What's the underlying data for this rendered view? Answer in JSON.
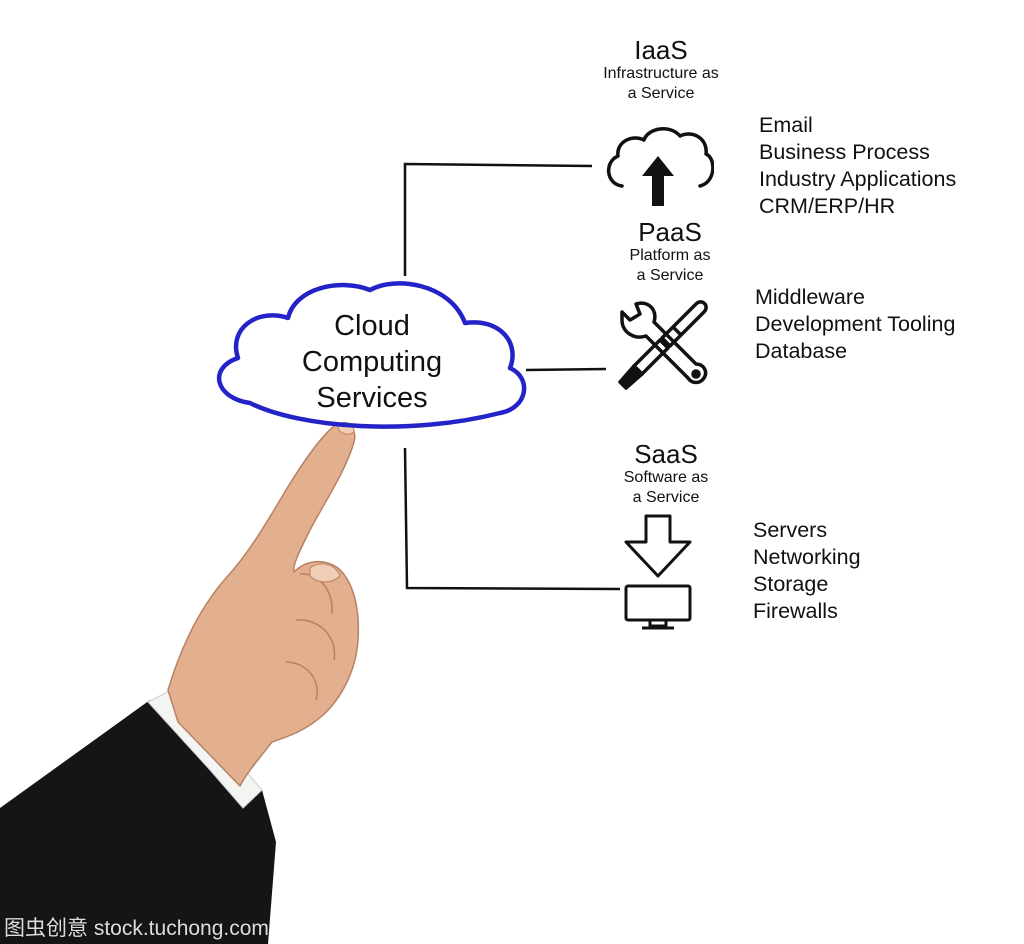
{
  "cloud": {
    "lines": [
      "Cloud",
      "Computing",
      "Services"
    ],
    "outline_color": "#2323c8"
  },
  "services": [
    {
      "key": "iaas",
      "name": "IaaS",
      "subtitle_lines": [
        "Infrastructure as",
        "a Service"
      ],
      "icon": "cloud-upload-icon",
      "items": [
        "Email",
        "Business Process",
        "Industry Applications",
        "CRM/ERP/HR"
      ]
    },
    {
      "key": "paas",
      "name": "PaaS",
      "subtitle_lines": [
        "Platform as",
        "a Service"
      ],
      "icon": "wrench-screwdriver-icon",
      "items": [
        "Middleware",
        "Development Tooling",
        "Database"
      ]
    },
    {
      "key": "saas",
      "name": "SaaS",
      "subtitle_lines": [
        "Software as",
        "a Service"
      ],
      "icon": "download-to-monitor-icon",
      "items": [
        "Servers",
        "Networking",
        "Storage",
        "Firewalls"
      ]
    }
  ],
  "watermark": "图虫创意 stock.tuchong.com"
}
